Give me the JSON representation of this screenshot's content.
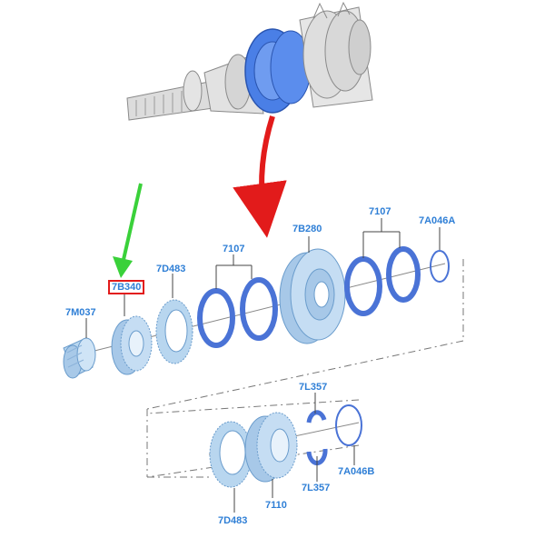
{
  "colors": {
    "label": "#2f7fd6",
    "part_fill": "#b8d6ef",
    "part_stroke": "#6a9ccc",
    "ring": "#4a73d6",
    "highlight_gear": "#2e63e0",
    "callout_red": "#e21b1b",
    "callout_green": "#3ad13a",
    "outline": "#555555"
  },
  "labels": {
    "p_7m037": "7M037",
    "p_7b340": "7B340",
    "p_7d483_top": "7D483",
    "p_7107_left": "7107",
    "p_7b280": "7B280",
    "p_7107_right": "7107",
    "p_7a046a": "7A046A",
    "p_7l357_top": "7L357",
    "p_7l357_bottom": "7L357",
    "p_7a046b": "7A046B",
    "p_7d483_bottom": "7D483",
    "p_7110": "7110"
  },
  "callouts": {
    "highlighted_part": "7B340",
    "red_arrow_icon": "red-curved-arrow-icon",
    "green_arrow_icon": "green-straight-arrow-icon"
  }
}
